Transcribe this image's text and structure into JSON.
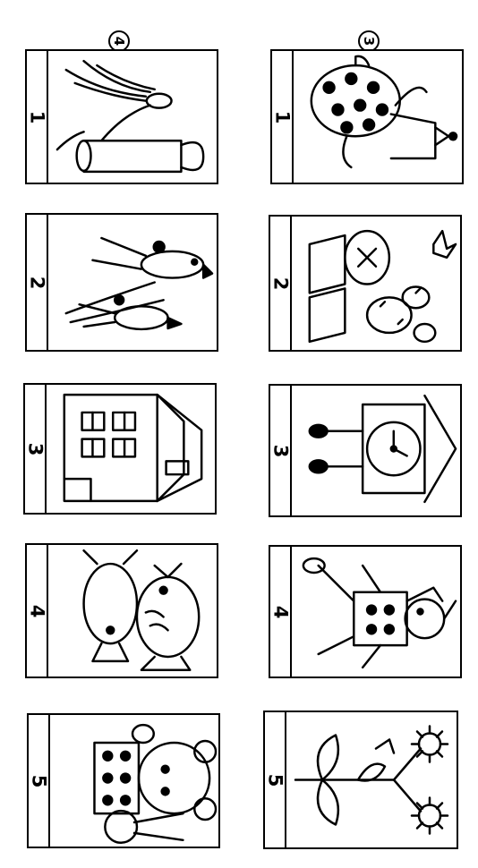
{
  "columns": [
    {
      "marker": "4",
      "cards": [
        {
          "number": "1",
          "icon": "watering-can-icon"
        },
        {
          "number": "2",
          "icon": "birds-icon"
        },
        {
          "number": "3",
          "icon": "house-icon"
        },
        {
          "number": "4",
          "icon": "fish-icon"
        },
        {
          "number": "5",
          "icon": "teddy-bear-bunny-icon"
        }
      ]
    },
    {
      "marker": "3",
      "cards": [
        {
          "number": "1",
          "icon": "teapot-icon"
        },
        {
          "number": "2",
          "icon": "cactus-pots-icon"
        },
        {
          "number": "3",
          "icon": "cuckoo-clock-icon"
        },
        {
          "number": "4",
          "icon": "pinocchio-icon"
        },
        {
          "number": "5",
          "icon": "flowers-icon"
        }
      ]
    }
  ]
}
